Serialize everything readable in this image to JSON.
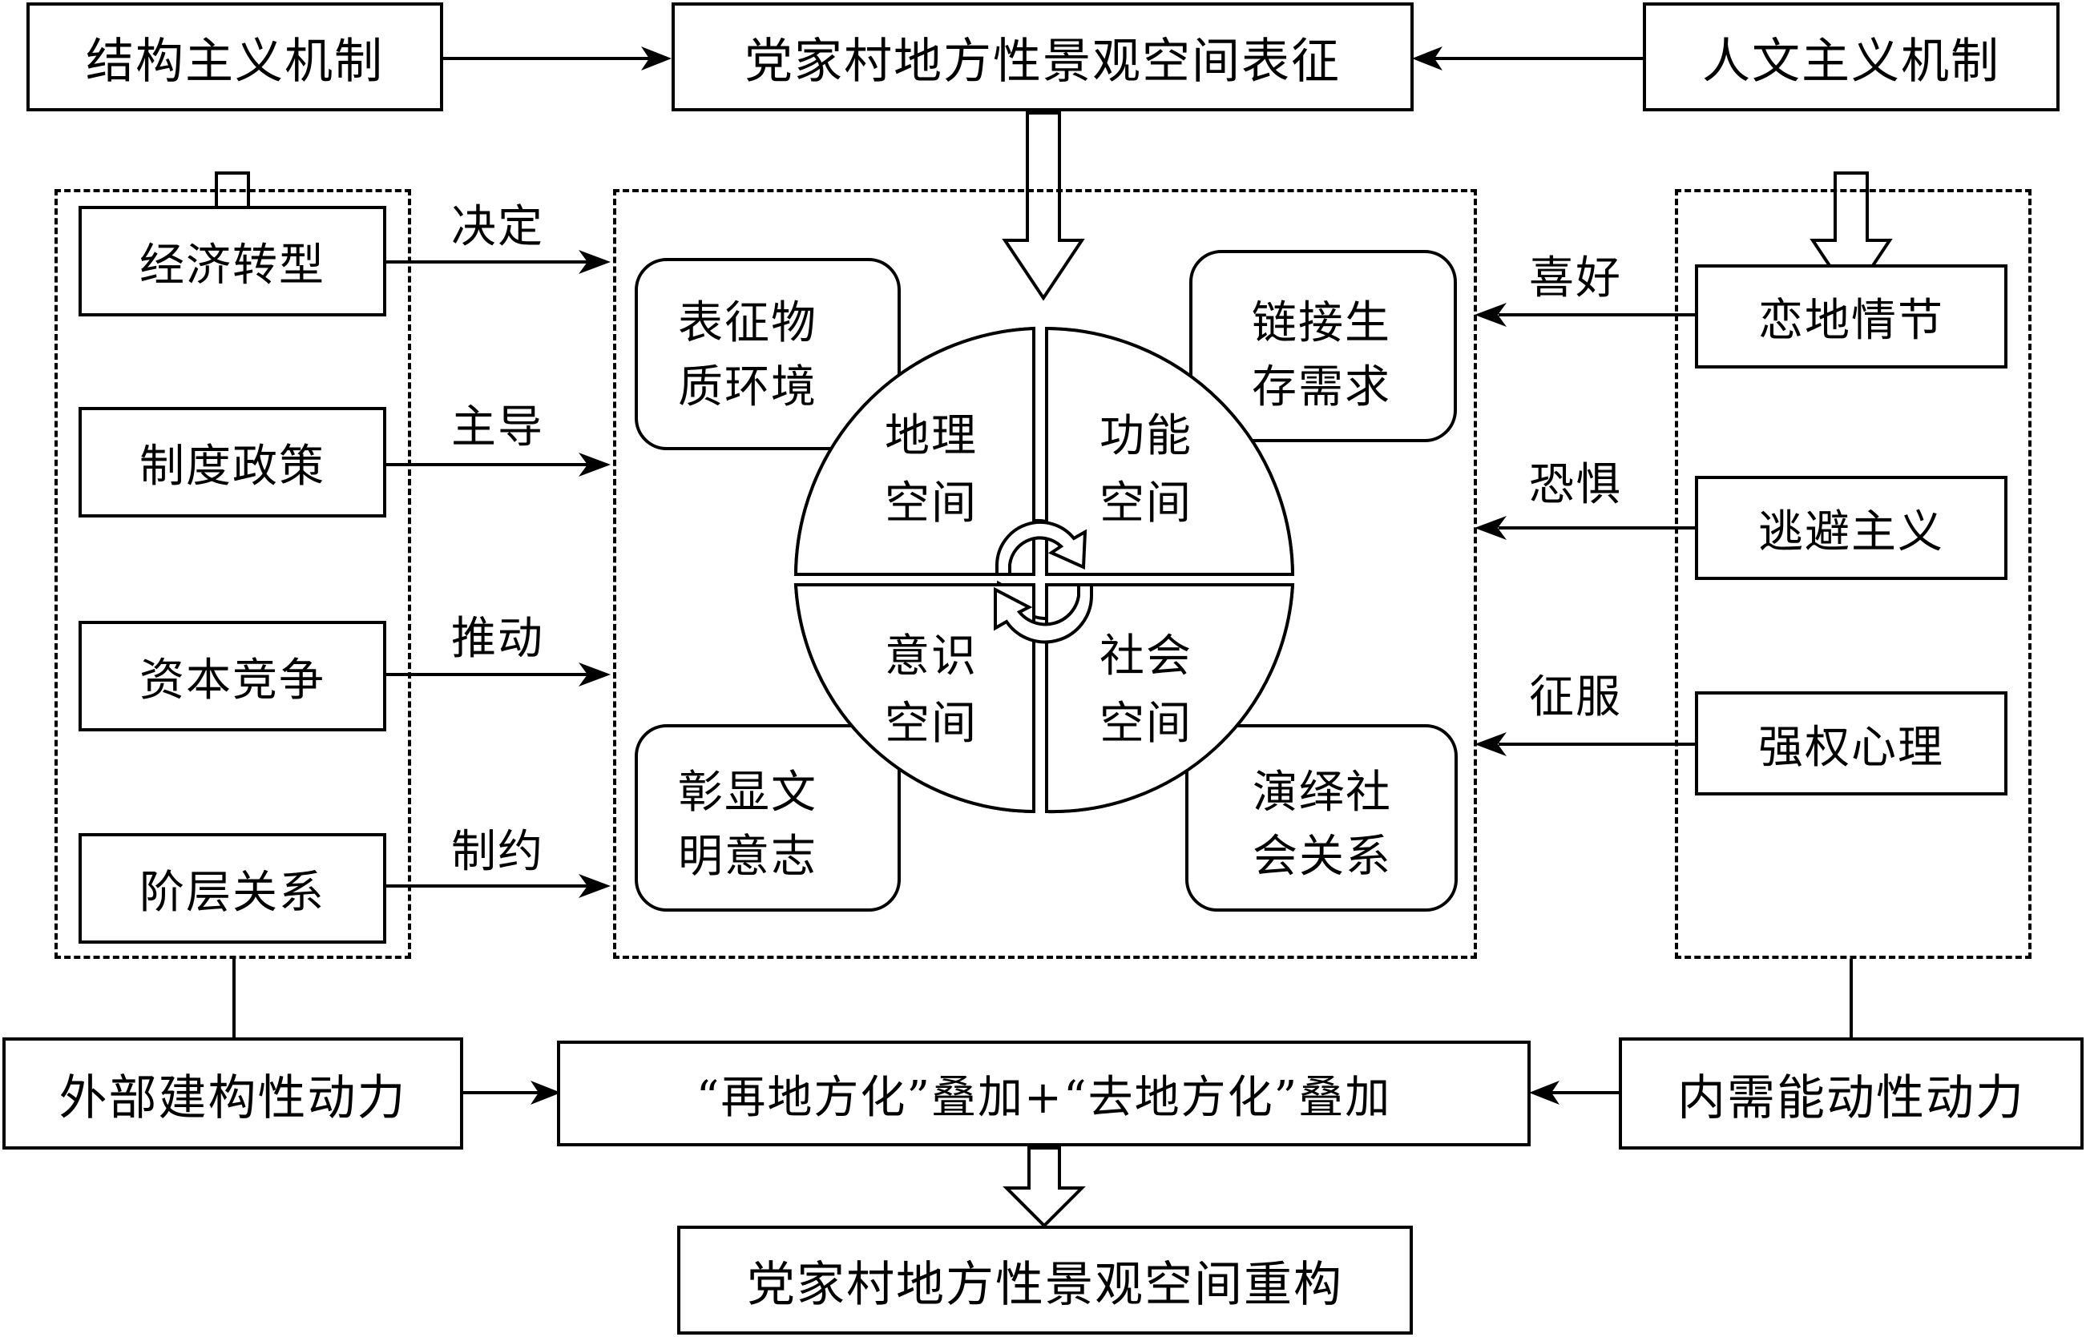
{
  "top": {
    "structuralism": "结构主义机制",
    "representation": "党家村地方性景观空间表征",
    "humanism": "人文主义机制"
  },
  "left_factors": [
    {
      "label": "经济转型",
      "relation": "决定"
    },
    {
      "label": "制度政策",
      "relation": "主导"
    },
    {
      "label": "资本竞争",
      "relation": "推动"
    },
    {
      "label": "阶层关系",
      "relation": "制约"
    }
  ],
  "right_factors": [
    {
      "label": "恋地情节",
      "relation": "喜好"
    },
    {
      "label": "逃避主义",
      "relation": "恐惧"
    },
    {
      "label": "强权心理",
      "relation": "征服"
    }
  ],
  "center": {
    "corners": {
      "top_left": [
        "表征物",
        "质环境"
      ],
      "top_right": [
        "链接生",
        "存需求"
      ],
      "bottom_left": [
        "彰显文",
        "明意志"
      ],
      "bottom_right": [
        "演绎社",
        "会关系"
      ]
    },
    "quadrants": {
      "geographic": [
        "地理",
        "空间"
      ],
      "functional": [
        "功能",
        "空间"
      ],
      "consciousness": [
        "意识",
        "空间"
      ],
      "social": [
        "社会",
        "空间"
      ]
    }
  },
  "bottom": {
    "external_force": "外部建构性动力",
    "superposition": "“再地方化”叠加+“去地方化”叠加",
    "internal_force": "内需能动性动力",
    "reconstruction": "党家村地方性景观空间重构"
  }
}
